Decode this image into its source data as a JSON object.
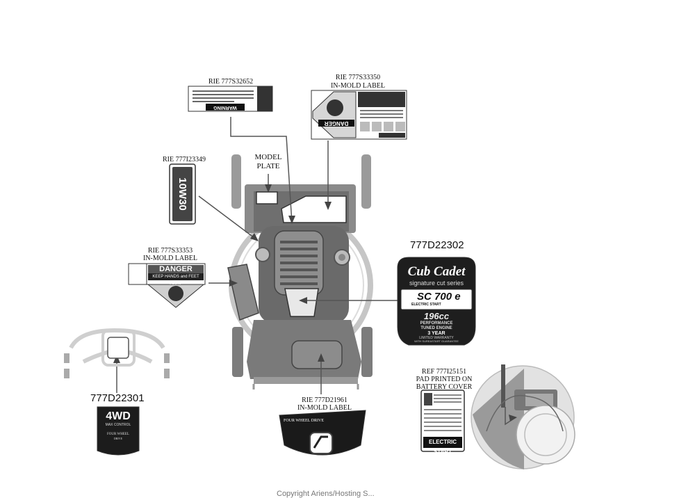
{
  "labels": {
    "ref_32652": "RIE 777S32652",
    "ref_33350_a": "RIE 777S33350",
    "ref_33350_b": "IN-MOLD LABEL",
    "ref_23349": "RIE 777I23349",
    "model_a": "MODEL",
    "model_b": "PLATE",
    "ref_33353_a": "RIE 777S33353",
    "ref_33353_b": "IN-MOLD LABEL",
    "ref_22302": "777D22302",
    "ref_22301": "777D22301",
    "ref_21961_a": "RIE 777D21961",
    "ref_21961_b": "IN-MOLD LABEL",
    "ref_25151_a": "REF  777I25151",
    "ref_25151_b": "PAD PRINTED ON",
    "ref_25151_c": "BATTERY COVER"
  },
  "decals": {
    "warning_word": "WARNING",
    "danger_word": "DANGER",
    "danger_sub": "KEEP HANDS and FEET AWAY",
    "oil_text": "10W30",
    "brand": "Cub Cadet",
    "series": "signature cut series",
    "model": "SC 700 e",
    "electric_start": "ELECTRIC START",
    "engine_cc": "196cc",
    "engine_perf": "PERFORMANCE",
    "engine_tuned": "TUNED ENGINE",
    "warranty_a": "3 YEAR",
    "warranty_b": "LIMITED WARRANTY",
    "warranty_c": "WITH SUREASTART GUARANTEE",
    "fwd_title": "4WD",
    "fwd_sub": "MAX CONTROL",
    "fwd_a": "FOUR WHEEL",
    "fwd_b": "DRIVE",
    "four_wheel_drive": "FOUR WHEEL DRIVE",
    "battery_elec": "ELECTRIC START"
  },
  "footer": {
    "caption": "Copyright  Ariens/Hosting  S..."
  }
}
